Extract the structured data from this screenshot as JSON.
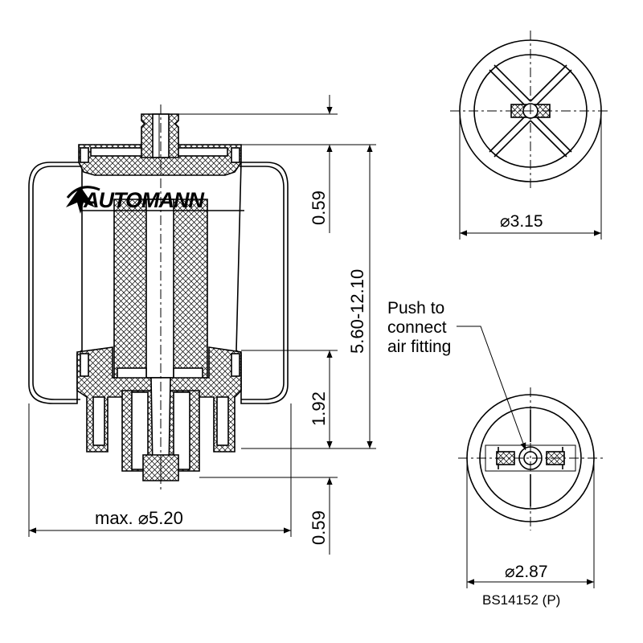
{
  "brand": {
    "logo_text": "AUTOMANN"
  },
  "dimensions": {
    "top_offset": "0.59",
    "height_range": "5.60-12.10",
    "piston_height": "1.92",
    "bottom_offset": "0.59",
    "max_diameter": "max. ⌀5.20",
    "top_plate_diameter": "⌀3.15",
    "bottom_plate_diameter": "⌀2.87"
  },
  "annotation": {
    "line1": "Push to",
    "line2": "connect",
    "line3": "air fitting"
  },
  "part_number": "BS14152 (P)"
}
